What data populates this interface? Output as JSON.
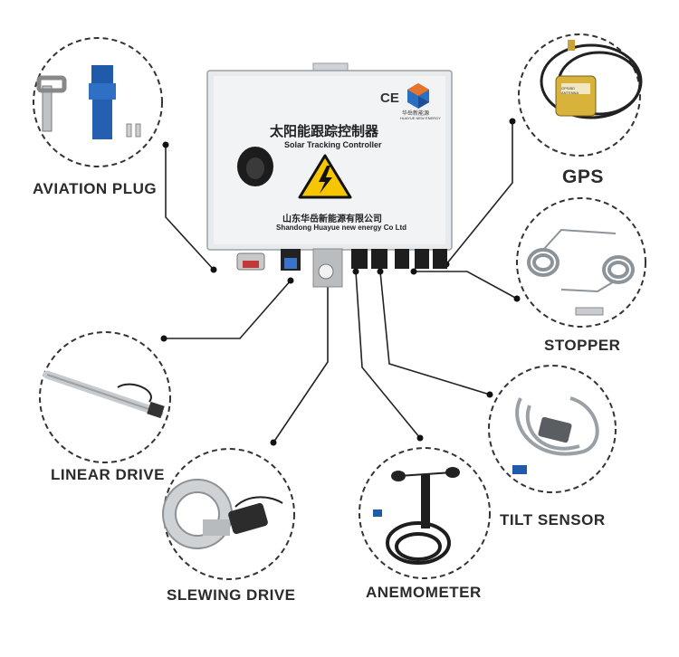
{
  "controller": {
    "title_cn": "太阳能跟踪控制器",
    "title_en": "Solar Tracking Controller",
    "company_cn": "山东华岳新能源有限公司",
    "company_en": "Shandong Huayue new energy Co Ltd",
    "ce_mark": "CE",
    "brand_cn": "华岳新能源",
    "brand_en": "HUAYUE NEW ENERGY"
  },
  "components": {
    "aviation_plug": "AVIATION PLUG",
    "gps": "GPS",
    "stopper": "STOPPER",
    "linear_drive": "LINEAR DRIVE",
    "tilt_sensor": "TILT SENSOR",
    "slewing_drive": "SLEWING DRIVE",
    "anemometer": "ANEMOMETER"
  },
  "gps_antenna_label": "GPS/BD ANTENNA",
  "icons": [
    "warning-high-voltage-icon",
    "ce-mark-icon",
    "brand-logo-icon"
  ]
}
